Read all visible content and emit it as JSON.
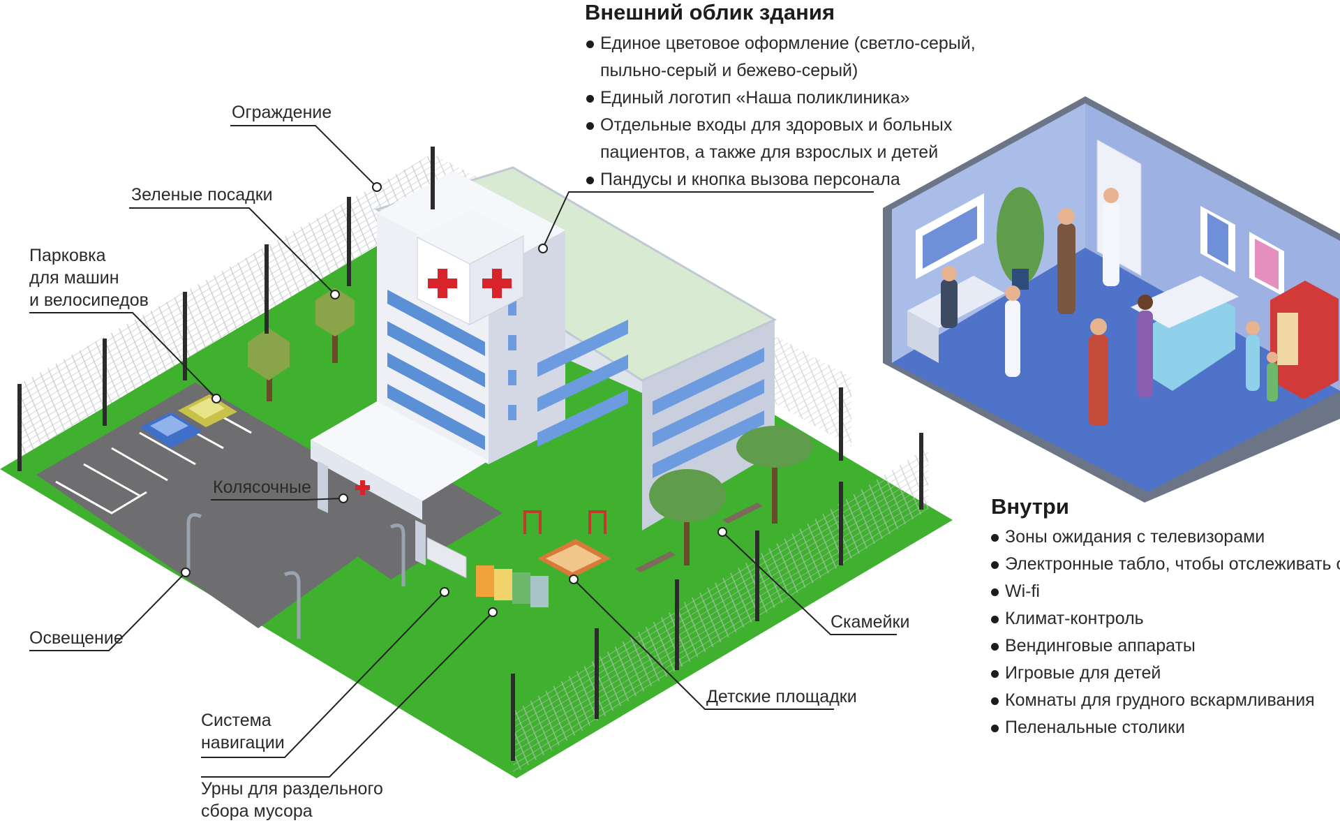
{
  "exterior": {
    "heading": "Внешний облик здания",
    "items": [
      {
        "line1": "Единое цветовое оформление (светло-серый,",
        "line2": "пыльно-серый и бежево-серый)"
      },
      {
        "line1": "Единый логотип «Наша поликлиника»",
        "line2": ""
      },
      {
        "line1": "Отдельные входы для здоровых и больных",
        "line2": "пациентов, а также для взрослых и детей"
      },
      {
        "line1": "Пандусы и кнопка вызова персонала",
        "line2": ""
      }
    ]
  },
  "inside": {
    "heading": "Внутри",
    "items": [
      "Зоны ожидания с телевизорами",
      "Электронные табло, чтобы отслеживать очередь",
      "Wi-fi",
      "Климат-контроль",
      "Вендинговые аппараты",
      "Игровые для детей",
      "Комнаты для грудного вскармливания",
      "Пеленальные столики"
    ]
  },
  "callouts": {
    "fence": "Ограждение",
    "greenery": "Зеленые посадки",
    "parking_1": "Парковка",
    "parking_2": "для машин",
    "parking_3": "и велосипедов",
    "strollers": "Колясочные",
    "lighting": "Освещение",
    "navigation_1": "Система",
    "navigation_2": "навигации",
    "bins_1": "Урны для раздельного",
    "bins_2": "сбора мусора",
    "playgrounds": "Детские площадки",
    "benches": "Скамейки"
  },
  "colors": {
    "lawn": "#3fb12f",
    "asphalt": "#6e6e70",
    "building": "#eef0f6",
    "windows": "#5b8fd6",
    "roof": "#d8ead2",
    "cross": "#d8232a",
    "room_floor": "#4f73c9",
    "room_wall": "#a9bde8"
  }
}
